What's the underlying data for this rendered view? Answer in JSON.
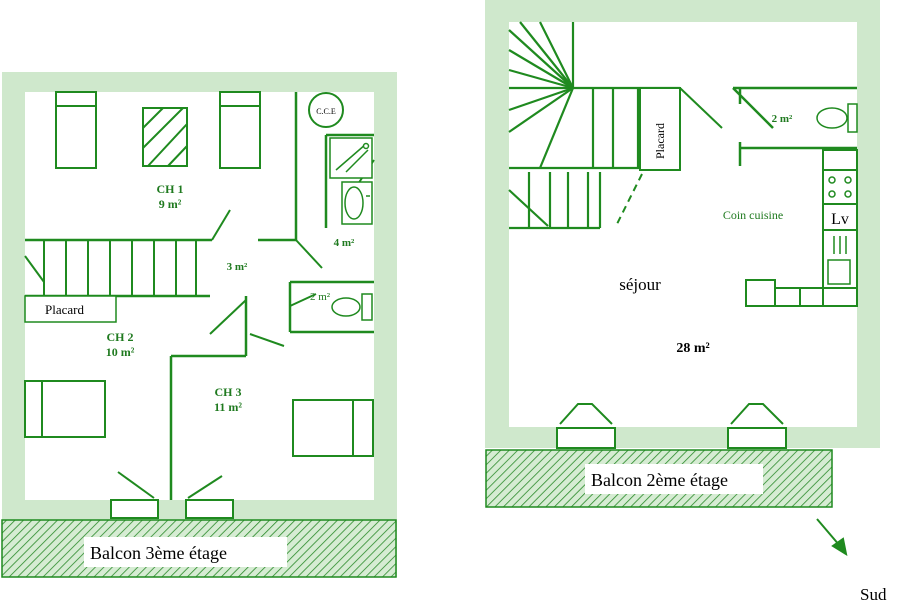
{
  "colors": {
    "wall_fill": "#cfe8cc",
    "line": "#1f8a1f",
    "label_green": "#1f7a1f",
    "text": "#000000"
  },
  "floor3": {
    "rooms": {
      "ch1": {
        "name": "CH 1",
        "area": "9 m²"
      },
      "ch2": {
        "name": "CH 2",
        "area": "10 m²"
      },
      "ch3": {
        "name": "CH 3",
        "area": "11 m²"
      },
      "hall": {
        "area": "3 m²"
      },
      "bath": {
        "area": "4 m²"
      },
      "wc": {
        "area": "2 m²"
      }
    },
    "placard": "Placard",
    "cce": "C.C.E",
    "balcony": "Balcon 3ème étage"
  },
  "floor2": {
    "rooms": {
      "sejour": {
        "name": "séjour",
        "area": "28 m²"
      },
      "wc": {
        "area": "2 m²"
      }
    },
    "placard": "Placard",
    "kitchen": "Coin cuisine",
    "lv": "Lv",
    "balcony": "Balcon 2ème étage"
  },
  "compass": {
    "label": "Sud"
  }
}
